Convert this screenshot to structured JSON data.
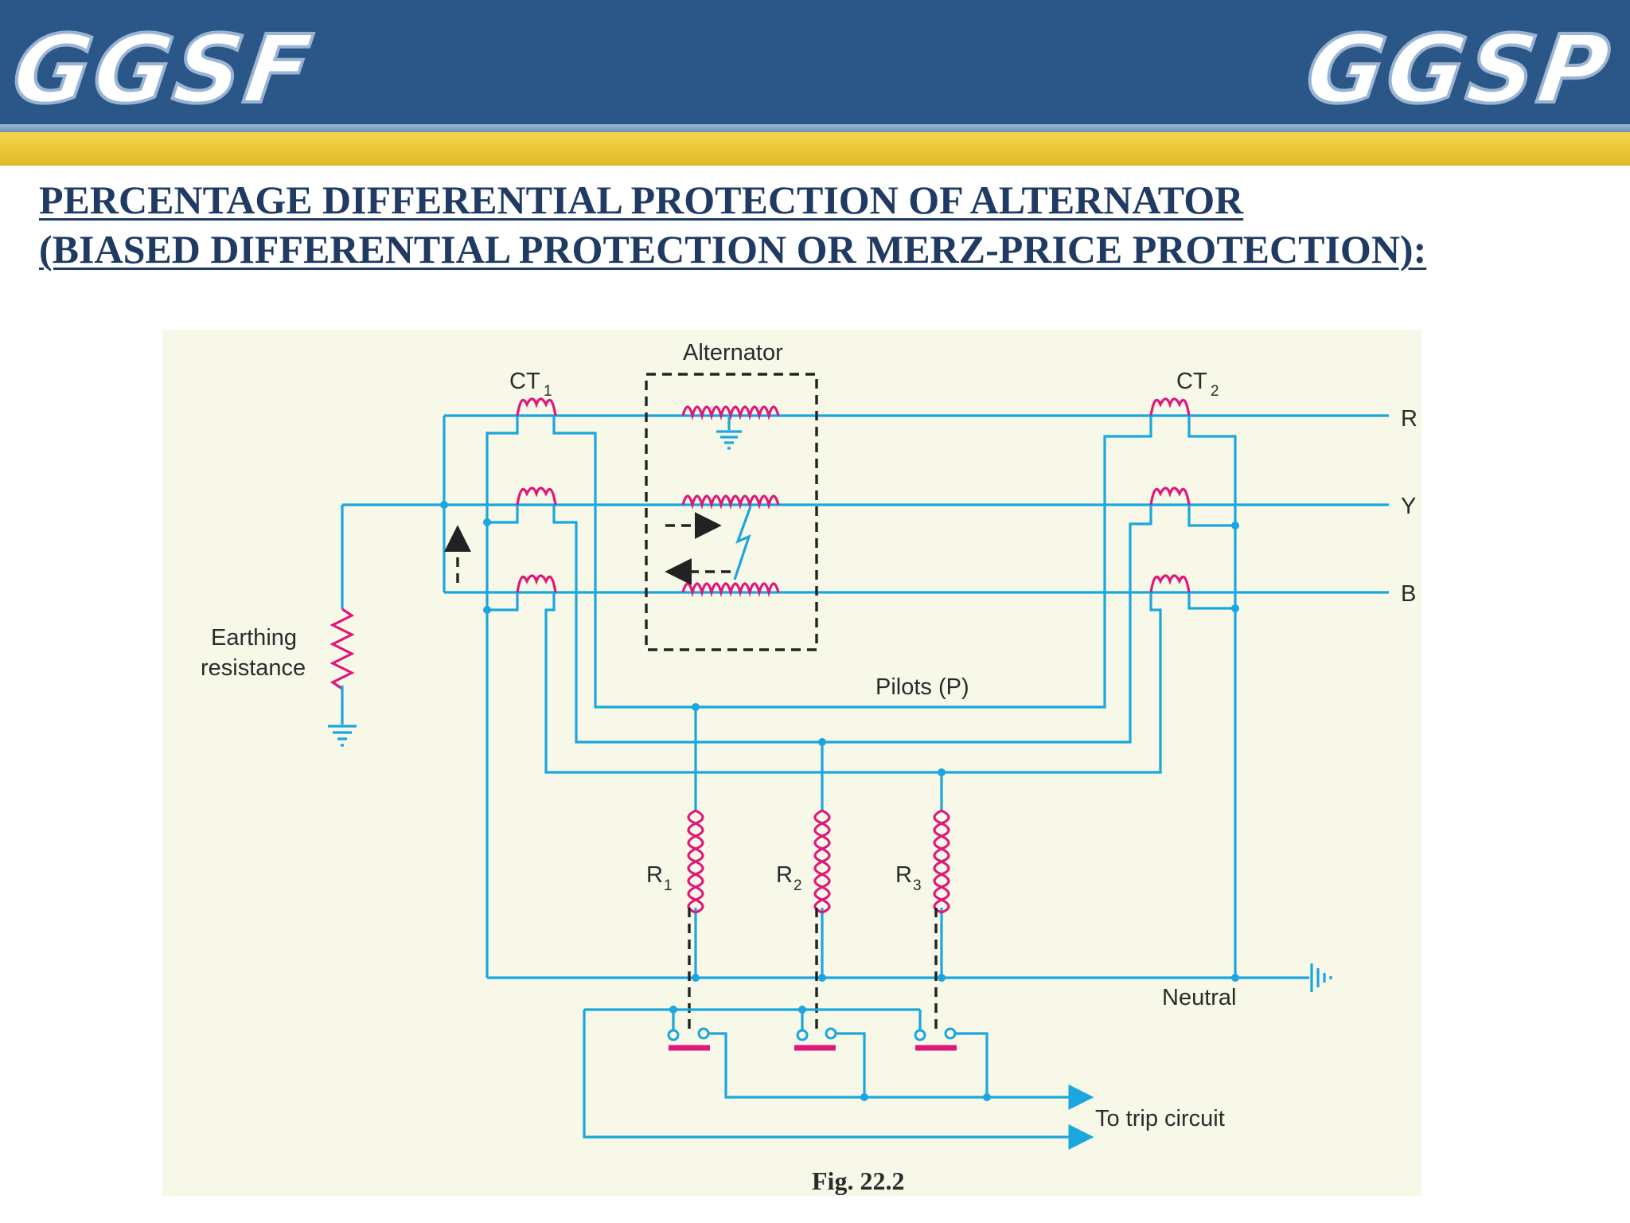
{
  "header": {
    "logo_left": "GGSF",
    "logo_right": "GGSP"
  },
  "title": {
    "line1": "PERCENTAGE DIFFERENTIAL PROTECTION OF ALTERNATOR",
    "line2": "(BIASED DIFFERENTIAL PROTECTION OR MERZ-PRICE PROTECTION):"
  },
  "diagram": {
    "alternator_label": "Alternator",
    "ct1_label": "CT",
    "ct1_subscript": "1",
    "ct2_label": "CT",
    "ct2_subscript": "2",
    "phase_r": "R",
    "phase_y": "Y",
    "phase_b": "B",
    "earthing_line1": "Earthing",
    "earthing_line2": "resistance",
    "pilots_label": "Pilots (P)",
    "relay1_label": "R",
    "relay1_subscript": "1",
    "relay2_label": "R",
    "relay2_subscript": "2",
    "relay3_label": "R",
    "relay3_subscript": "3",
    "neutral_label": "Neutral",
    "trip_label": "To trip circuit",
    "caption": "Fig. 22.2"
  },
  "colors": {
    "banner": "#2a5787",
    "banner_gold": "#e8c536",
    "heading": "#1f3b63",
    "wire": "#1aa6df",
    "coil": "#e0177a",
    "panel": "#f8f8e9"
  }
}
